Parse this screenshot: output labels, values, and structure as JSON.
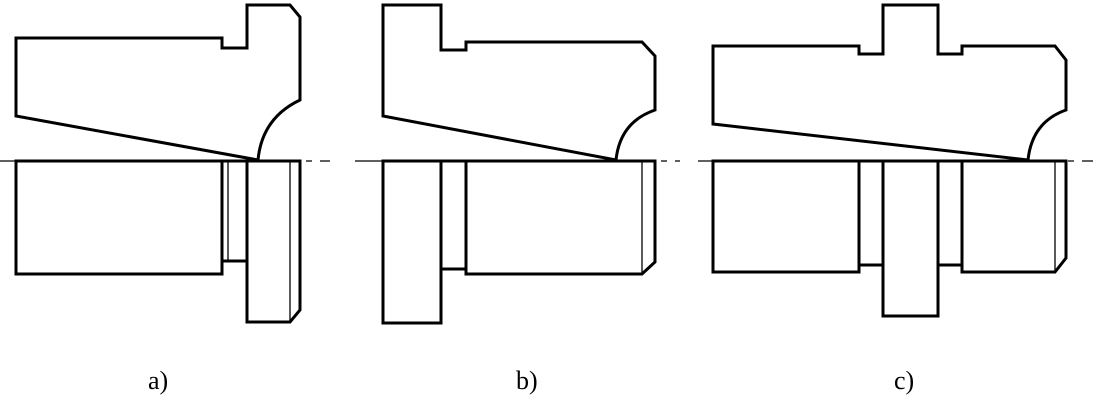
{
  "figure": {
    "panels": [
      {
        "id": "a",
        "caption": "a)"
      },
      {
        "id": "b",
        "caption": "b)"
      },
      {
        "id": "c",
        "caption": "c)"
      }
    ]
  },
  "colors": {
    "stroke": "#000000",
    "background": "#ffffff"
  }
}
